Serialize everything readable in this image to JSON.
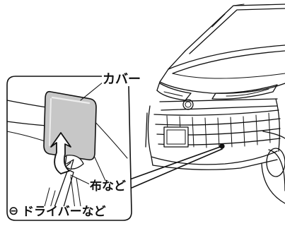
{
  "labels": {
    "cover": "カバー",
    "cloth": "布など",
    "screwdriver": "ドライバーなど",
    "minus_symbol": "⊖"
  },
  "colors": {
    "line": "#111111",
    "cover_fill": "#c7c7c7",
    "cover_highlight": "#ededed",
    "background": "#ffffff",
    "panel": "#ffffff"
  }
}
